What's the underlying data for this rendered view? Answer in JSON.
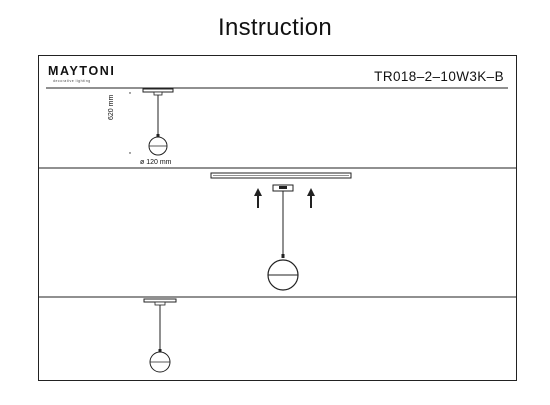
{
  "page": {
    "title": "Instruction"
  },
  "header": {
    "brand": "MAYTONI",
    "brand_tagline": "decorative lighting",
    "model": "TR018–2–10W3K–B"
  },
  "diagram": {
    "height_label": "620 mm",
    "diameter_label": "ø 120 mm"
  },
  "colors": {
    "line": "#222222"
  }
}
